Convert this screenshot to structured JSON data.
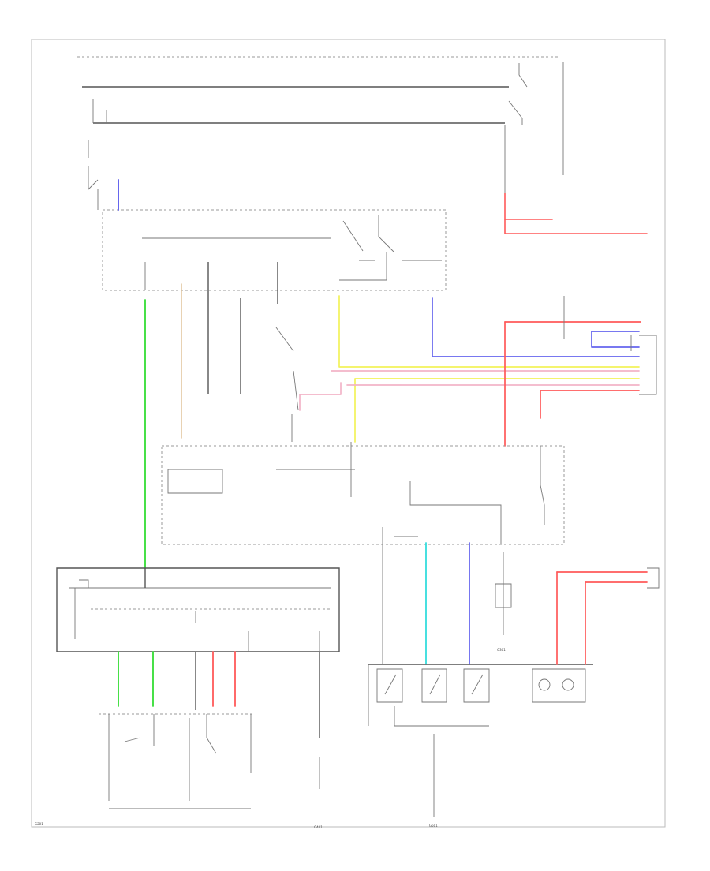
{
  "diagram": {
    "wire_colors": {
      "green": "#33dd33",
      "red": "#ff5a5a",
      "blue": "#6666ee",
      "yellow": "#f2f25a",
      "pink": "#f2b4c8",
      "cyan": "#33dddd",
      "tan": "#e0c39a",
      "black": "#555555"
    },
    "labels": {
      "ground_label": "G201",
      "ground_bottom_1": "G401",
      "ground_bottom_2": "G501",
      "ground_mid": "G301"
    }
  }
}
